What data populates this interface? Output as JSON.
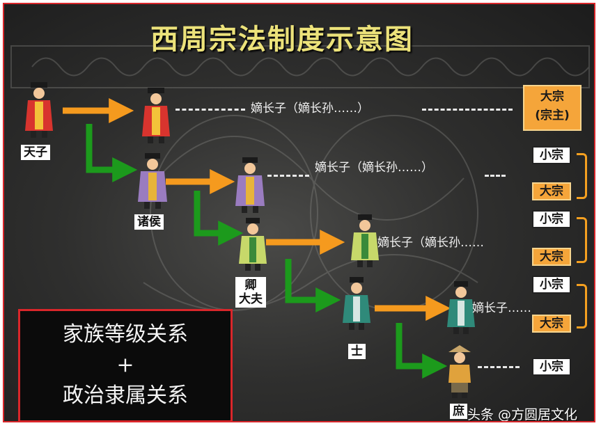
{
  "title": "西周宗法制度示意图",
  "ranks": {
    "tianzi": "天子",
    "zhuhou": "诸侯",
    "qing_dafu_1": "卿",
    "qing_dafu_2": "大夫",
    "shi": "士",
    "shuren": "庶"
  },
  "lineage_lines": {
    "row1": "嫡长子（嫡长孙……）",
    "row2": "嫡长子（嫡长孙……）",
    "row3": "嫡长子（嫡长孙……",
    "row4": "嫡长子……"
  },
  "tags": {
    "dazong_zongzhu_1": "大宗",
    "dazong_zongzhu_2": "(宗主)",
    "xiaozong": "小宗",
    "dazong": "大宗"
  },
  "summary": {
    "line1": "家族等级关系",
    "line2": "+",
    "line3": "政治隶属关系"
  },
  "watermark": "头条 @方圆居文化",
  "colors": {
    "orange_arrow": "#f59a1e",
    "green_arrow": "#1c9a1c",
    "title": "#ece27a",
    "dazong_tag": "#f5a53a",
    "frame": "#d9262a"
  }
}
